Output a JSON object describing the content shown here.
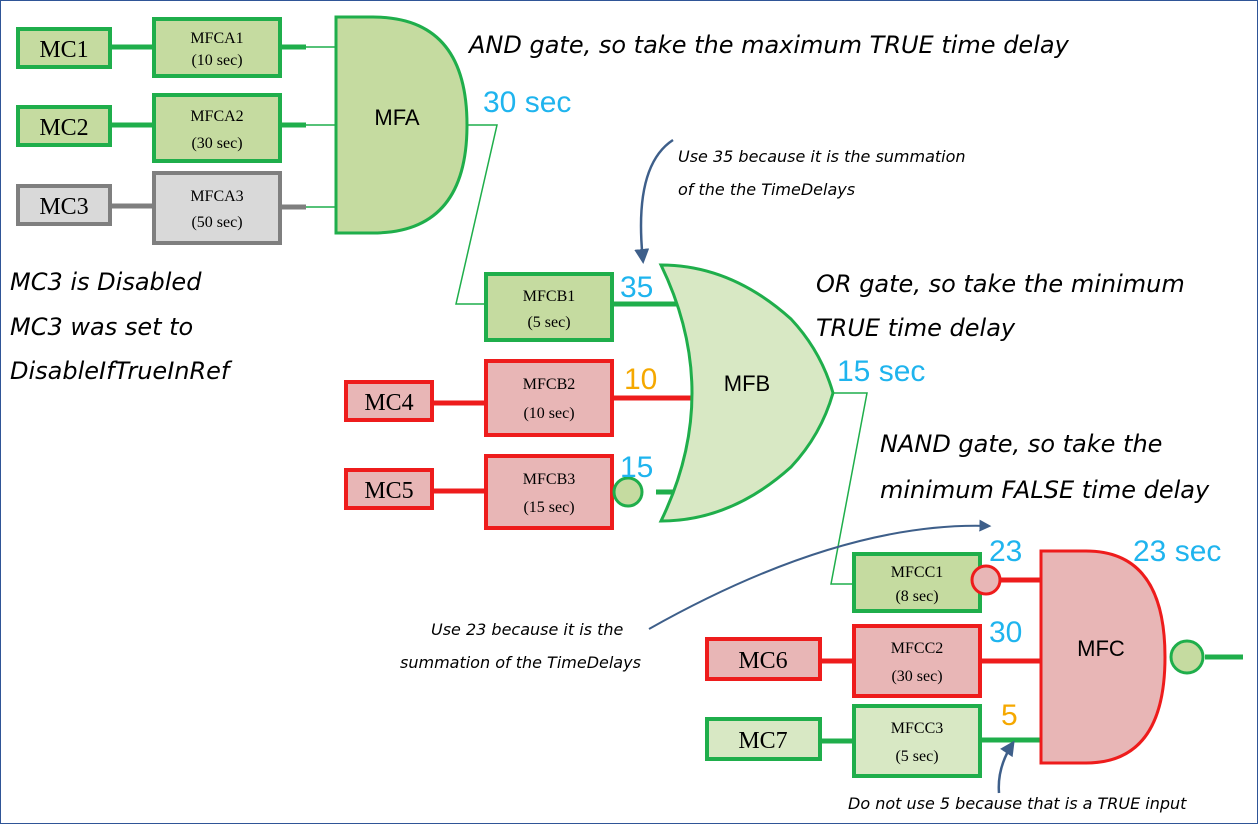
{
  "colors": {
    "green_border": "#1fae4b",
    "green_fill": "#c5dba0",
    "green_fill_light": "#d8e8c4",
    "red_border": "#ee1c1c",
    "red_fill": "#e8b6b6",
    "gray_border": "#7f7f7f",
    "gray_fill": "#d9d9d9",
    "blue_text": "#1fb4ee",
    "orange_text": "#f5a800",
    "arrow": "#3e5f8a"
  },
  "nodes": {
    "mc1": "MC1",
    "mc2": "MC2",
    "mc3": "MC3",
    "mc4": "MC4",
    "mc5": "MC5",
    "mc6": "MC6",
    "mc7": "MC7",
    "mfca1": {
      "name": "MFCA1",
      "delay": "(10 sec)"
    },
    "mfca2": {
      "name": "MFCA2",
      "delay": "(30 sec)"
    },
    "mfca3": {
      "name": "MFCA3",
      "delay": "(50 sec)"
    },
    "mfcb1": {
      "name": "MFCB1",
      "delay": "(5 sec)"
    },
    "mfcb2": {
      "name": "MFCB2",
      "delay": "(10 sec)"
    },
    "mfcb3": {
      "name": "MFCB3",
      "delay": "(15 sec)"
    },
    "mfcc1": {
      "name": "MFCC1",
      "delay": "(8 sec)"
    },
    "mfcc2": {
      "name": "MFCC2",
      "delay": "(30 sec)"
    },
    "mfcc3": {
      "name": "MFCC3",
      "delay": "(5 sec)"
    }
  },
  "gates": {
    "mfa": "MFA",
    "mfb": "MFB",
    "mfc": "MFC"
  },
  "values": {
    "mfa_out": "30 sec",
    "mfb_in1": "35",
    "mfb_in2": "10",
    "mfb_in3": "15",
    "mfb_out": "15 sec",
    "mfc_in1": "23",
    "mfc_in2": "30",
    "mfc_in3": "5",
    "mfc_out": "23 sec"
  },
  "annotations": {
    "and_gate": "AND gate, so take the maximum TRUE time delay",
    "use35_line1": "Use 35 because it is the summation",
    "use35_line2": "of the the TimeDelays",
    "mc3_line1": "MC3 is Disabled",
    "mc3_line2": "MC3 was set to",
    "mc3_line3": "DisableIfTrueInRef",
    "or_line1": "OR gate, so take the minimum",
    "or_line2": "TRUE time delay",
    "nand_line1": "NAND gate, so take the",
    "nand_line2": "minimum FALSE time delay",
    "use23_line1": "Use 23 because it is the",
    "use23_line2": "summation of the TimeDelays",
    "donot5": "Do not use 5 because that is a TRUE input"
  }
}
